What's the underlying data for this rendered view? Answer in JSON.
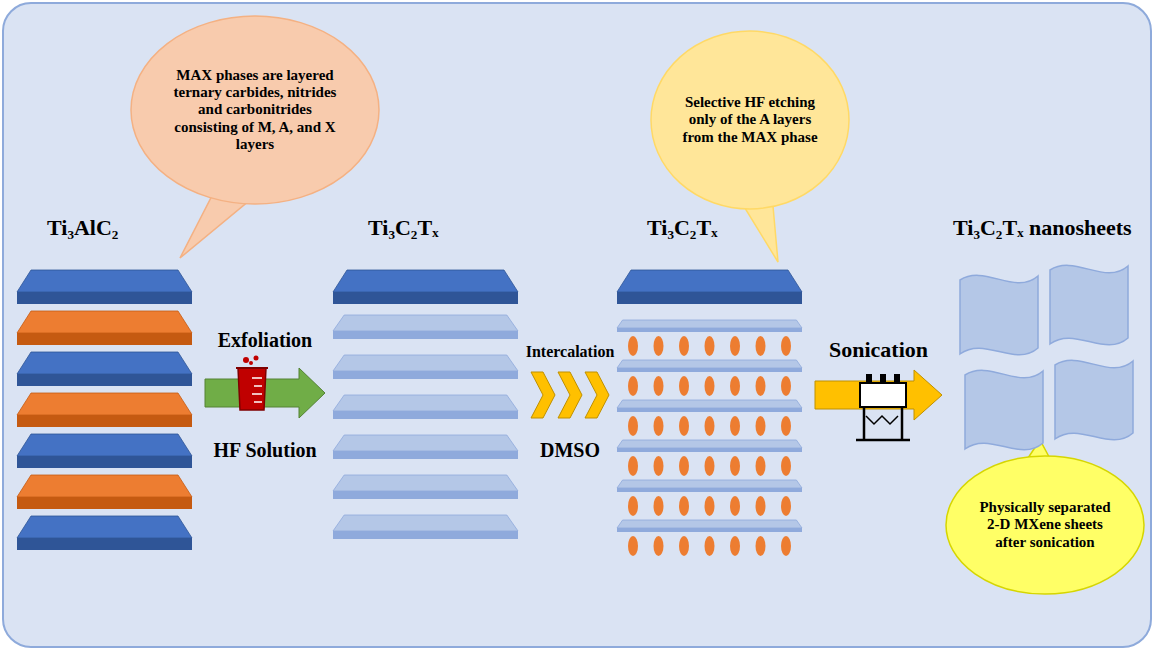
{
  "diagram": {
    "nodes": [
      {
        "text": [
          "Ti₃AlC₂"
        ]
      },
      {
        "text": [
          "MAX phases are layered ternary carbides, nitrides and carbonitrides consisting of M, A, and X layers"
        ]
      },
      {
        "text": [
          "Ti₃C₂Tₓ"
        ]
      },
      {
        "text": [
          "Ti₃C₂Tₓ"
        ]
      },
      {
        "text": [
          "Selective HF etching only of the A layers from the MAX phase"
        ]
      },
      {
        "text": [
          "Ti₃C₂Tₓ nanosheets"
        ]
      },
      {
        "text": [
          "Physically separated 2-D MXene sheets after sonication"
        ]
      }
    ],
    "edges": [
      {
        "from": 0,
        "to": 2,
        "label": "Exfoliation",
        "arrow": "to"
      },
      {
        "from": 2,
        "to": 3,
        "label": "Intercalation",
        "arrow": "to"
      },
      {
        "from": 3,
        "to": 5,
        "label": "Sonication",
        "arrow": "to"
      }
    ],
    "labels": [
      "HF Solution",
      "DMSO"
    ]
  }
}
